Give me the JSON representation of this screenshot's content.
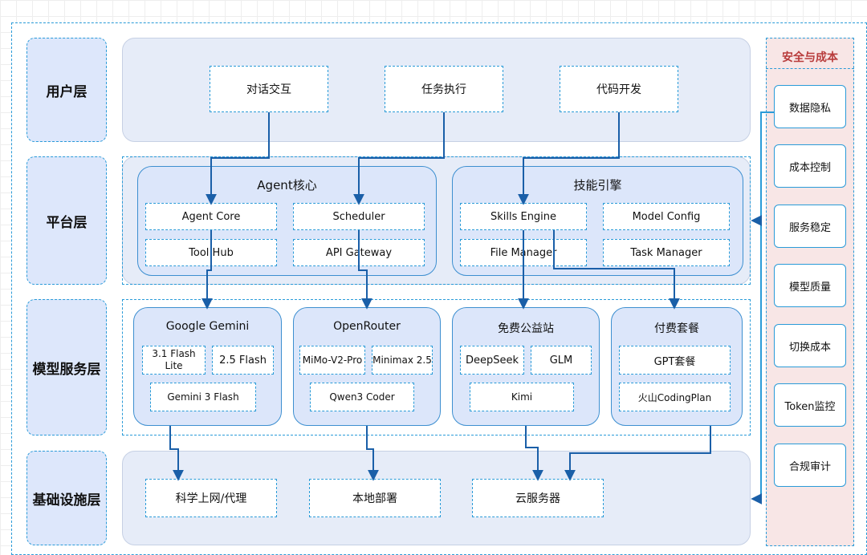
{
  "layers": {
    "user": "用户层",
    "platform": "平台层",
    "model": "模型服务层",
    "infra": "基础设施层"
  },
  "user_layer": {
    "items": [
      "对话交互",
      "任务执行",
      "代码开发"
    ]
  },
  "platform_layer": {
    "agent_core": {
      "title": "Agent核心",
      "items": [
        "Agent Core",
        "Scheduler",
        "Tool Hub",
        "API Gateway"
      ]
    },
    "skills": {
      "title": "技能引擎",
      "items": [
        "Skills Engine",
        "Model Config",
        "File Manager",
        "Task Manager"
      ]
    }
  },
  "model_layer": {
    "gemini": {
      "title": "Google Gemini",
      "items": [
        "3.1 Flash Lite",
        "2.5 Flash",
        "Gemini 3 Flash"
      ]
    },
    "openrouter": {
      "title": "OpenRouter",
      "items": [
        "MiMo-V2-Pro",
        "Minimax 2.5",
        "Qwen3 Coder"
      ]
    },
    "free": {
      "title": "免费公益站",
      "items": [
        "DeepSeek",
        "GLM",
        "Kimi"
      ]
    },
    "paid": {
      "title": "付费套餐",
      "items": [
        "GPT套餐",
        "火山CodingPlan"
      ]
    }
  },
  "infra_layer": {
    "items": [
      "科学上网/代理",
      "本地部署",
      "云服务器"
    ]
  },
  "side": {
    "title": "安全与成本",
    "items": [
      "数据隐私",
      "成本控制",
      "服务稳定",
      "模型质量",
      "切换成本",
      "Token监控",
      "合规审计"
    ]
  },
  "colors": {
    "border": "#2a9bd8",
    "layer_label_bg": "#dde7fb",
    "group_bg": "#dce6fa",
    "side_bg": "#f8e6e6",
    "side_title": "#b83b3b"
  }
}
